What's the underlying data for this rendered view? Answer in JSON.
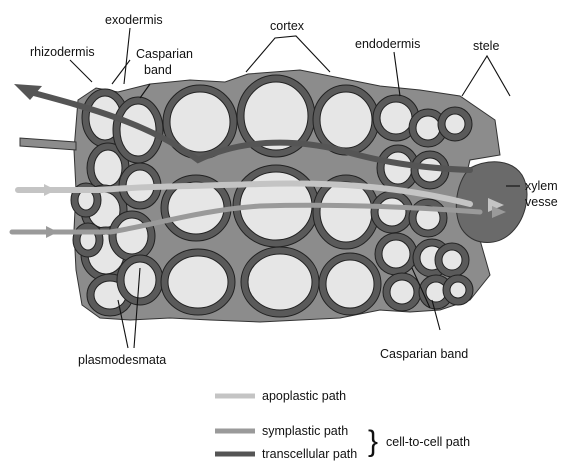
{
  "labels": {
    "rhizodermis": "rhizodermis",
    "exodermis": "exodermis",
    "casparian_band_top_1": "Casparian",
    "casparian_band_top_2": "band",
    "cortex": "cortex",
    "endodermis": "endodermis",
    "stele": "stele",
    "xylem_1": "xylem",
    "xylem_2": "vesse",
    "casparian_band_bottom": "Casparian band",
    "plasmodesmata": "plasmodesmata"
  },
  "legend": {
    "apoplastic": "apoplastic path",
    "symplastic": "symplastic path",
    "transcellular": "transcellular path",
    "group": "cell-to-cell path",
    "brace": "}"
  },
  "colors": {
    "tissue": "#8c8c8c",
    "wall": "#5a5a5a",
    "cell_fill": "#e6e6e6",
    "apoplastic": "#c4c4c4",
    "symplastic": "#9a9a9a",
    "transcellular": "#555555",
    "xylem": "#6a6a6a"
  }
}
